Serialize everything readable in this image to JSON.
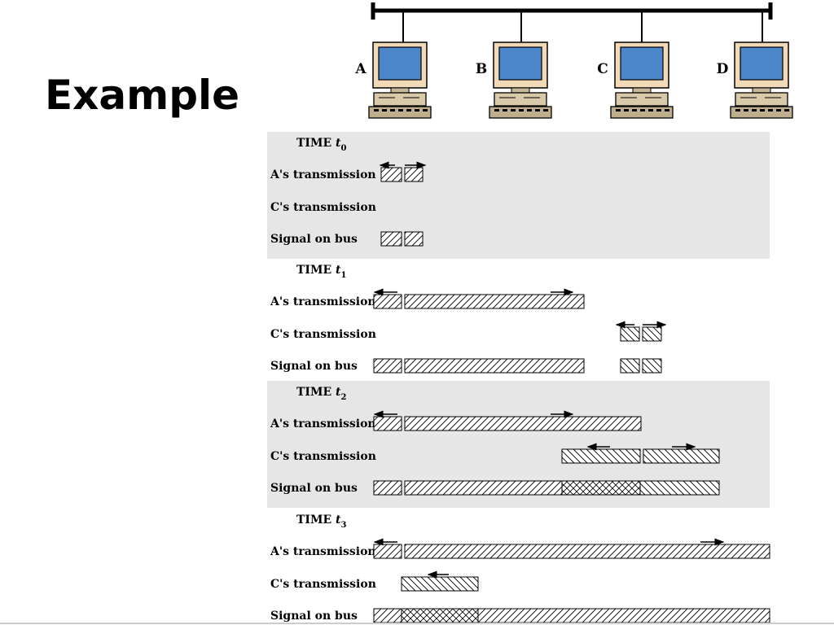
{
  "slide": {
    "title": "Example"
  },
  "network": {
    "pcs": [
      {
        "label": "A"
      },
      {
        "label": "B"
      },
      {
        "label": "C"
      },
      {
        "label": "D"
      }
    ]
  },
  "panels": [
    {
      "time_label": "TIME ",
      "time_var": "t",
      "time_sub": "0",
      "shaded": true,
      "rows": [
        {
          "label": "A's transmission"
        },
        {
          "label": "C's transmission"
        },
        {
          "label": "Signal on bus"
        }
      ]
    },
    {
      "time_label": "TIME ",
      "time_var": "t",
      "time_sub": "1",
      "shaded": false,
      "rows": [
        {
          "label": "A's transmission"
        },
        {
          "label": "C's transmission"
        },
        {
          "label": "Signal on bus"
        }
      ]
    },
    {
      "time_label": "TIME ",
      "time_var": "t",
      "time_sub": "2",
      "shaded": true,
      "rows": [
        {
          "label": "A's transmission"
        },
        {
          "label": "C's transmission"
        },
        {
          "label": "Signal on bus"
        }
      ]
    },
    {
      "time_label": "TIME ",
      "time_var": "t",
      "time_sub": "3",
      "shaded": false,
      "rows": [
        {
          "label": "A's transmission"
        },
        {
          "label": "C's transmission"
        },
        {
          "label": "Signal on bus"
        }
      ]
    }
  ],
  "colors": {
    "panel_shade": "#e6e6e6",
    "monitor_screen": "#4a86c8",
    "monitor_body": "#f2d9b8",
    "bus_line": "#000000"
  }
}
